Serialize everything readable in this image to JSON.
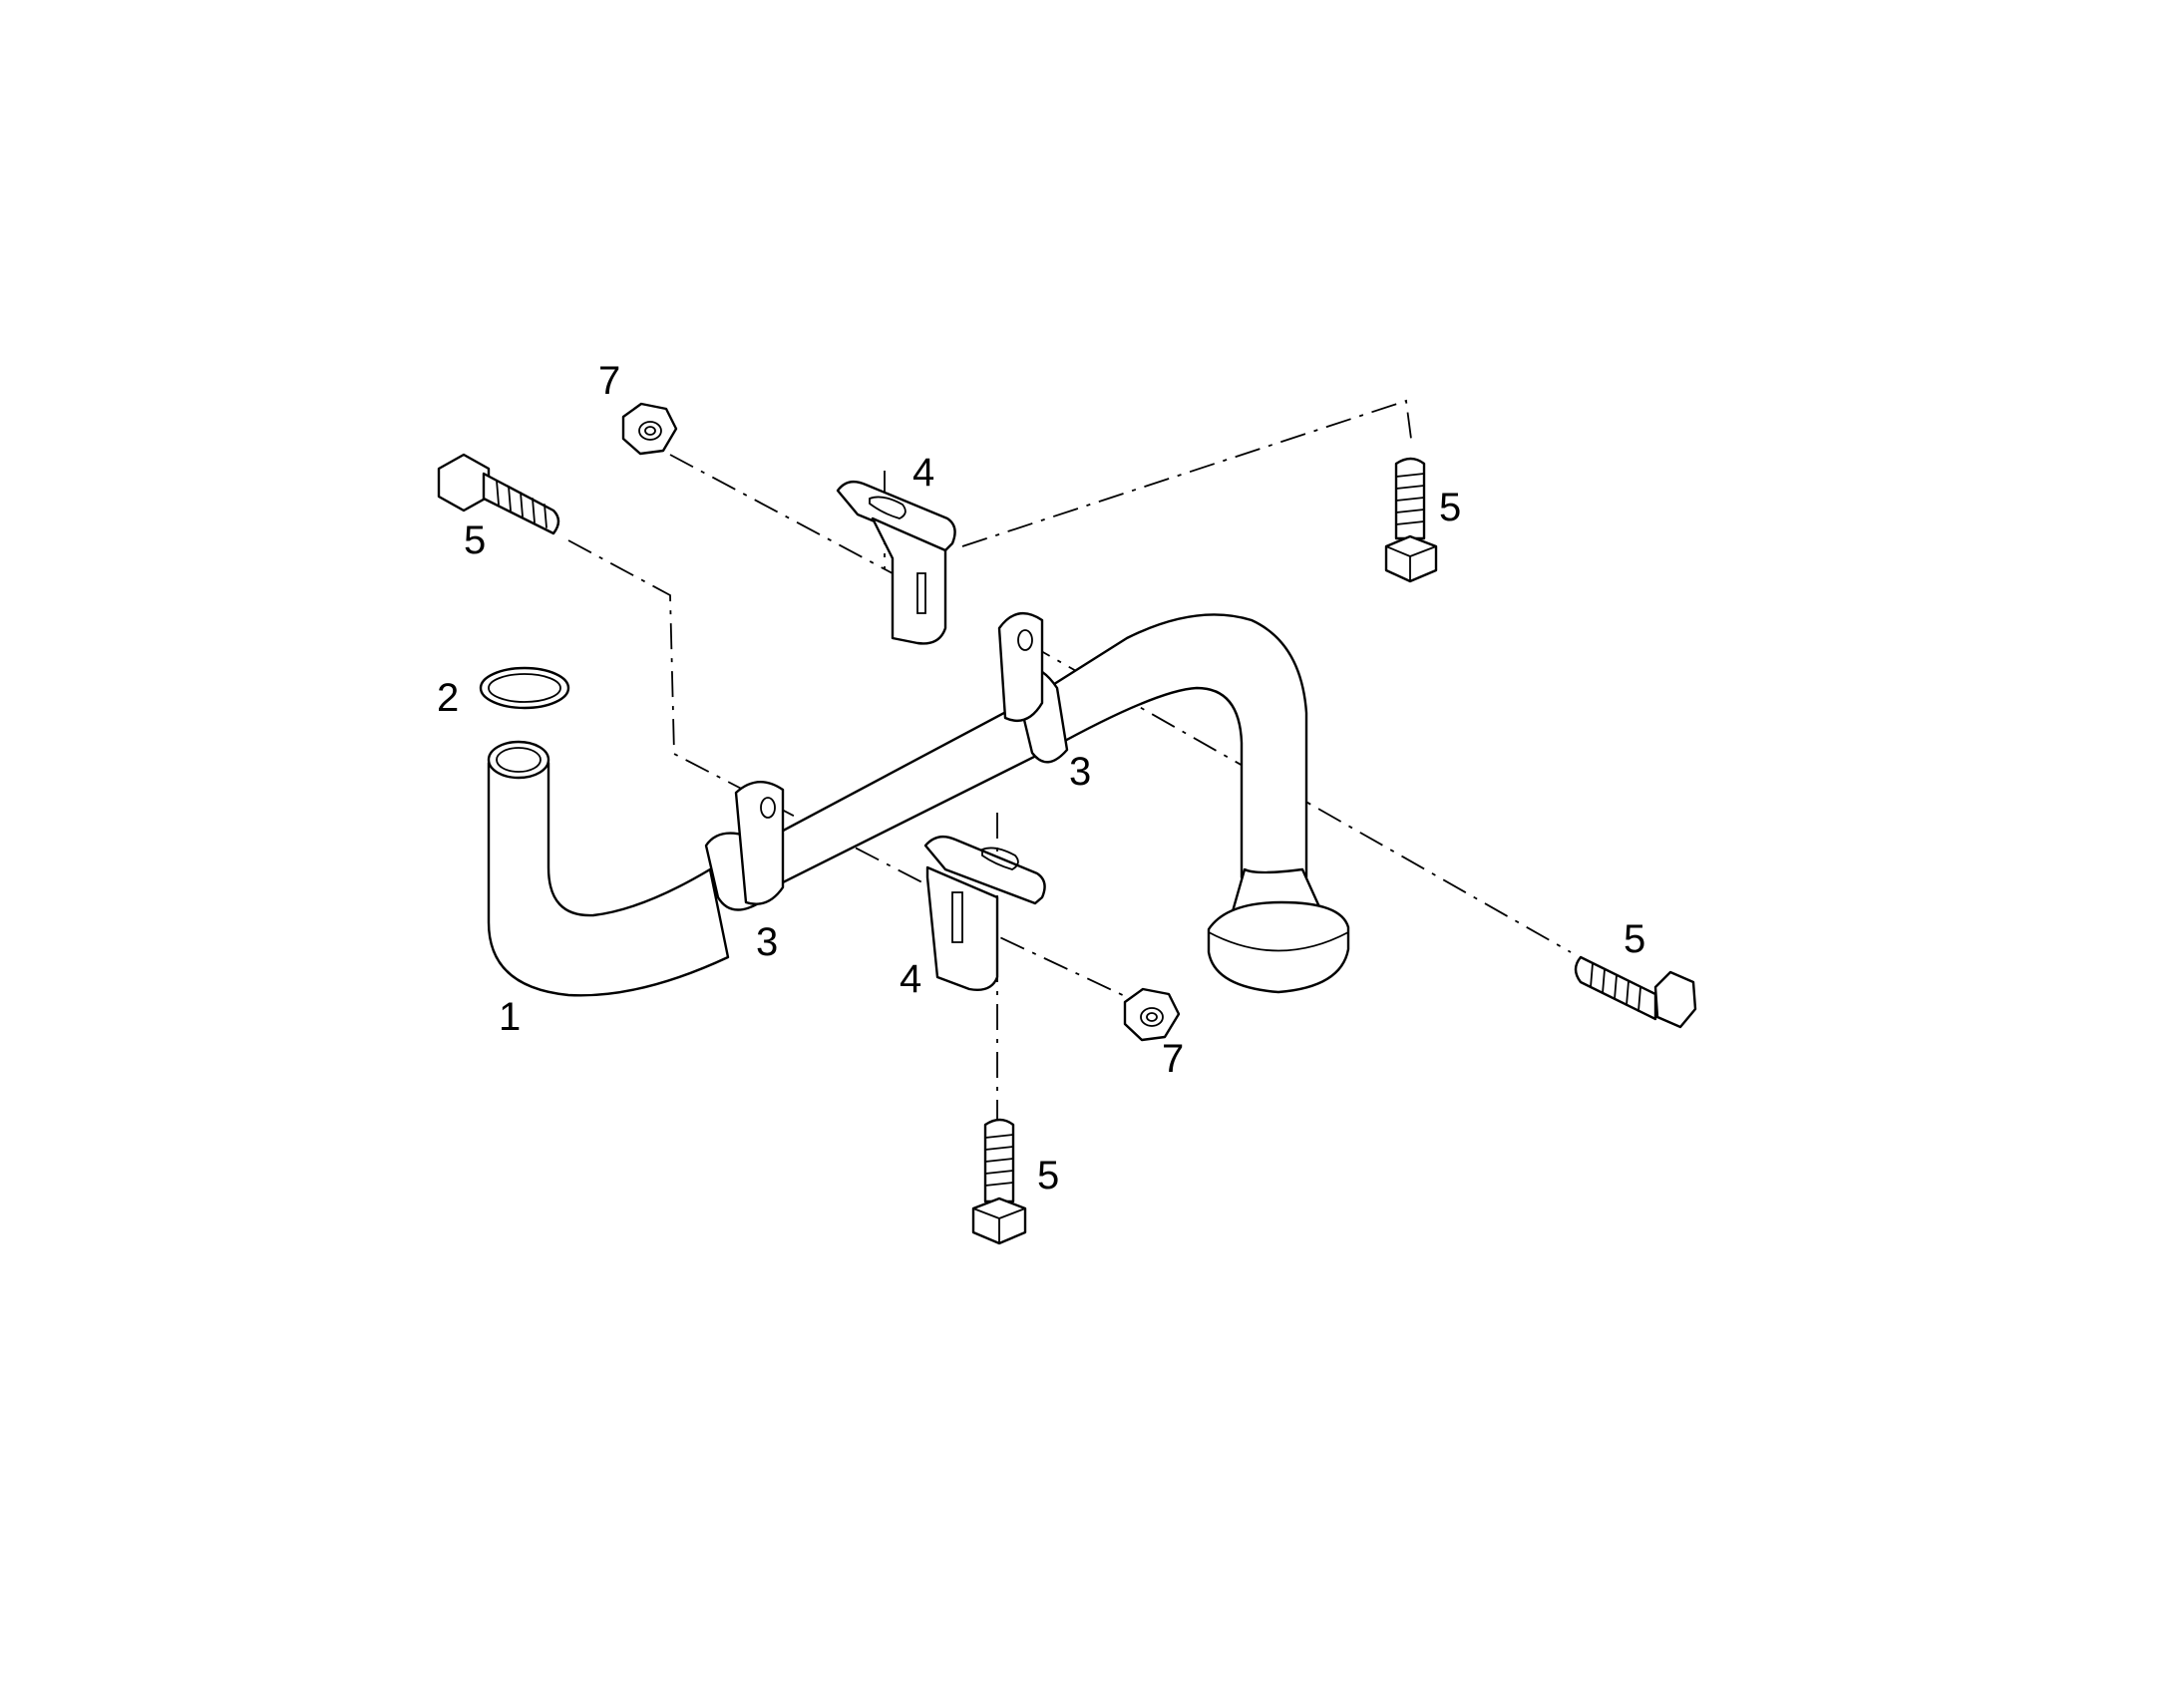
{
  "diagram": {
    "colors": {
      "line": "#000000",
      "background": "#ffffff"
    },
    "callouts": {
      "c1": "1",
      "c2": "2",
      "c3a": "3",
      "c3b": "3",
      "c4a": "4",
      "c4b": "4",
      "c5a": "5",
      "c5b": "5",
      "c5c": "5",
      "c5d": "5",
      "c7a": "7",
      "c7b": "7"
    }
  }
}
